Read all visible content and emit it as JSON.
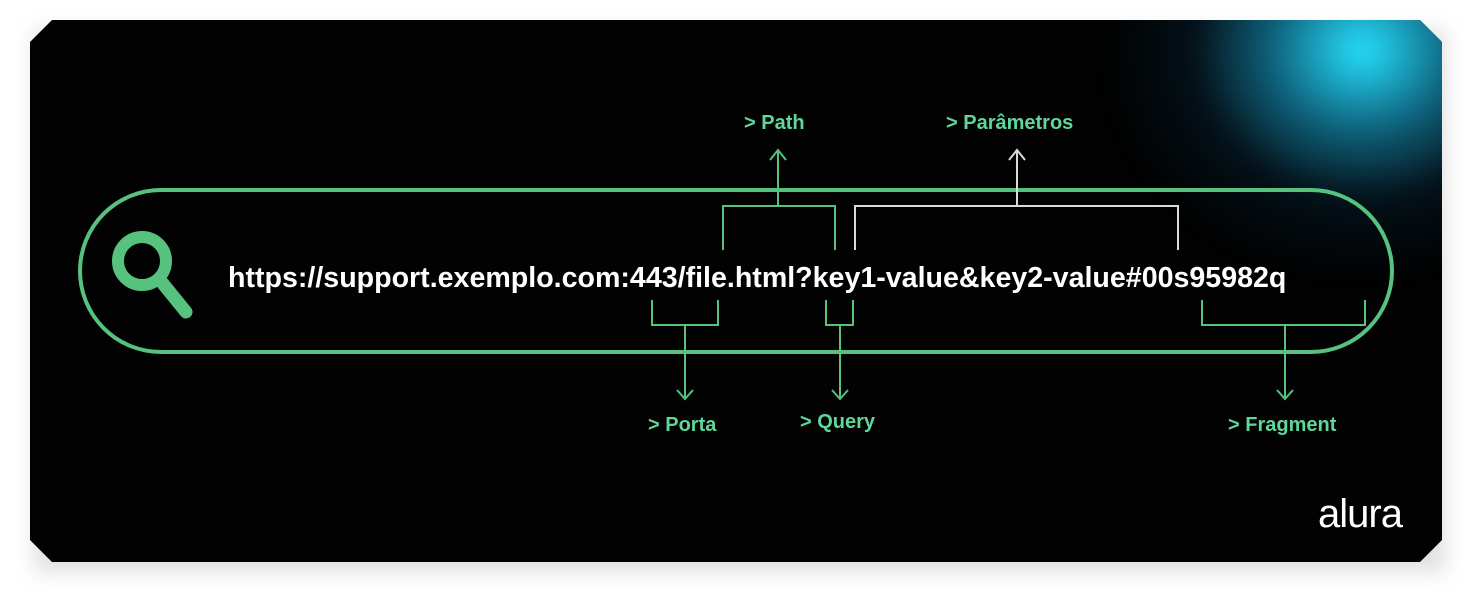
{
  "url": {
    "full": "https://support.exemplo.com:443/file.html?key1-value&key2-value#00s95982q"
  },
  "labels": {
    "path": "> Path",
    "parametros": "> Parâmetros",
    "porta": "> Porta",
    "query": "> Query",
    "fragment": "> Fragment"
  },
  "brand": {
    "logo_text": "alura"
  },
  "icons": {
    "search": "search-icon"
  },
  "colors": {
    "background": "#020202",
    "accent_green": "#57c27e",
    "label_green": "#5fd69a",
    "glow_cyan": "#26e1ff",
    "params_bracket": "#d9d9d9",
    "text": "#ffffff"
  }
}
